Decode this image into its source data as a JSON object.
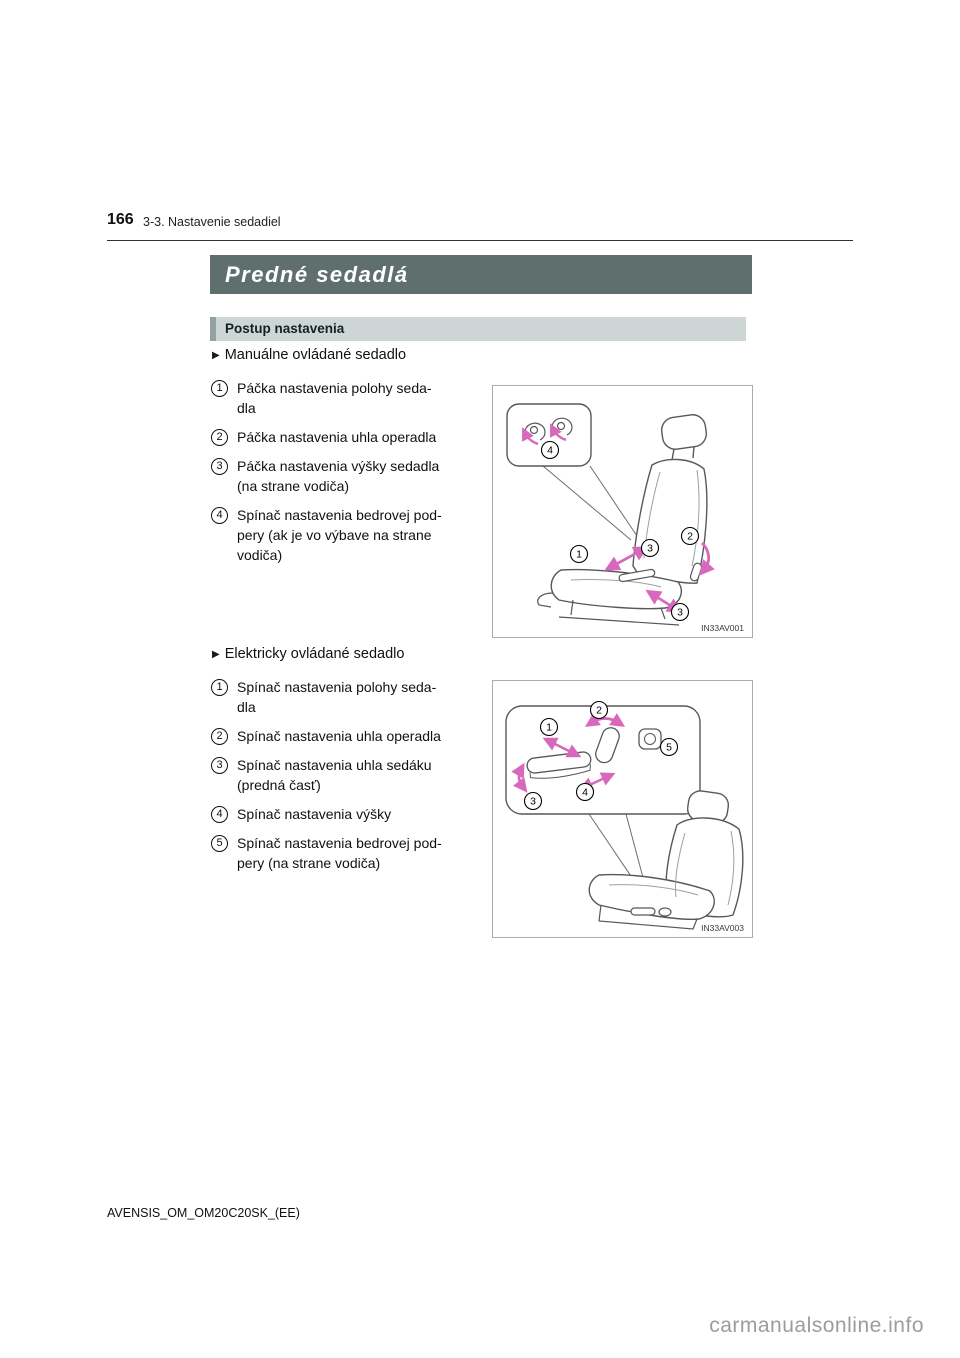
{
  "page": {
    "number": "166",
    "section_header": "3-3. Nastavenie sedadiel",
    "footer": "AVENSIS_OM_OM20C20SK_(EE)",
    "watermark": "carmanualsonline.info"
  },
  "banners": {
    "title": "Predné sedadlá",
    "subtitle": "Postup nastavenia"
  },
  "colors": {
    "title_banner_bg": "#5f6f6e",
    "subtitle_banner_bg": "#cdd6d5",
    "arrow_pink": "#d868bc"
  },
  "sections": [
    {
      "marker": "▶",
      "heading": "Manuálne ovládané sedadlo",
      "items": [
        {
          "num": "1",
          "text": "Páčka nastavenia polohy seda-\ndla"
        },
        {
          "num": "2",
          "text": "Páčka nastavenia uhla operadla"
        },
        {
          "num": "3",
          "text": "Páčka nastavenia výšky sedadla\n(na strane vodiča)"
        },
        {
          "num": "4",
          "text": "Spínač nastavenia bedrovej pod-\npery (ak je vo výbave na strane\nvodiča)"
        }
      ],
      "figure": {
        "label": "IN33AV001",
        "callouts": [
          "1",
          "3",
          "2",
          "3",
          "4"
        ]
      }
    },
    {
      "marker": "▶",
      "heading": "Elektricky ovládané sedadlo",
      "items": [
        {
          "num": "1",
          "text": "Spínač nastavenia polohy seda-\ndla"
        },
        {
          "num": "2",
          "text": "Spínač nastavenia uhla operadla"
        },
        {
          "num": "3",
          "text": "Spínač nastavenia uhla sedáku\n(predná časť)"
        },
        {
          "num": "4",
          "text": "Spínač nastavenia výšky"
        },
        {
          "num": "5",
          "text": "Spínač nastavenia bedrovej pod-\npery (na strane vodiča)"
        }
      ],
      "figure": {
        "label": "IN33AV003",
        "callouts": [
          "1",
          "2",
          "3",
          "4",
          "5"
        ]
      }
    }
  ]
}
